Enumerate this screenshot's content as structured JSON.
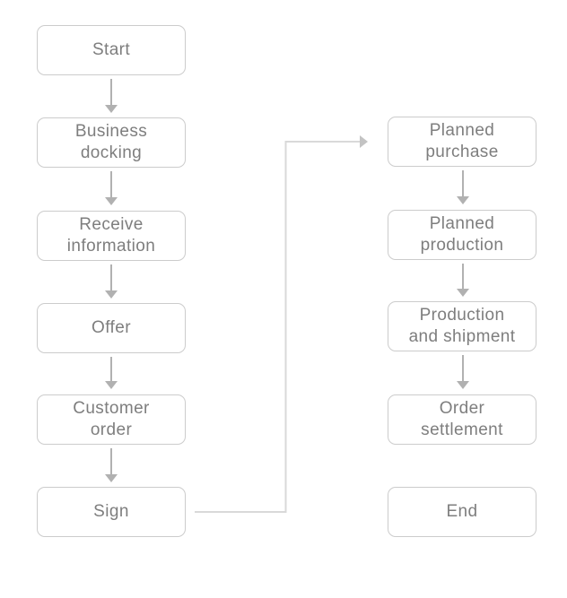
{
  "colors": {
    "bg": "#ffffff",
    "node-border": "#cccccc",
    "node-text": "#7e7e7e",
    "arrow": "#b1b1b1",
    "connector": "#d9d9d9",
    "connector-head": "#c3c3c3"
  },
  "flow": {
    "left": [
      {
        "id": "start",
        "label": "Start"
      },
      {
        "id": "business-docking",
        "label": "Business\ndocking"
      },
      {
        "id": "receive-information",
        "label": "Receive\ninformation"
      },
      {
        "id": "offer",
        "label": "Offer"
      },
      {
        "id": "customer-order",
        "label": "Customer\norder"
      },
      {
        "id": "sign",
        "label": "Sign"
      }
    ],
    "right": [
      {
        "id": "planned-purchase",
        "label": "Planned\npurchase"
      },
      {
        "id": "planned-production",
        "label": "Planned\nproduction"
      },
      {
        "id": "production-and-shipment",
        "label": "Production\nand shipment"
      },
      {
        "id": "order-settlement",
        "label": "Order\nsettlement"
      },
      {
        "id": "end",
        "label": "End"
      }
    ],
    "edges": [
      {
        "from": "start",
        "to": "business-docking",
        "type": "arrow-down"
      },
      {
        "from": "business-docking",
        "to": "receive-information",
        "type": "arrow-down"
      },
      {
        "from": "receive-information",
        "to": "offer",
        "type": "arrow-down"
      },
      {
        "from": "offer",
        "to": "customer-order",
        "type": "arrow-down"
      },
      {
        "from": "customer-order",
        "to": "sign",
        "type": "arrow-down"
      },
      {
        "from": "sign",
        "to": "planned-purchase",
        "type": "elbow-right-up-right"
      },
      {
        "from": "planned-purchase",
        "to": "planned-production",
        "type": "arrow-down"
      },
      {
        "from": "planned-production",
        "to": "production-and-shipment",
        "type": "arrow-down"
      },
      {
        "from": "production-and-shipment",
        "to": "order-settlement",
        "type": "arrow-down"
      }
    ]
  }
}
